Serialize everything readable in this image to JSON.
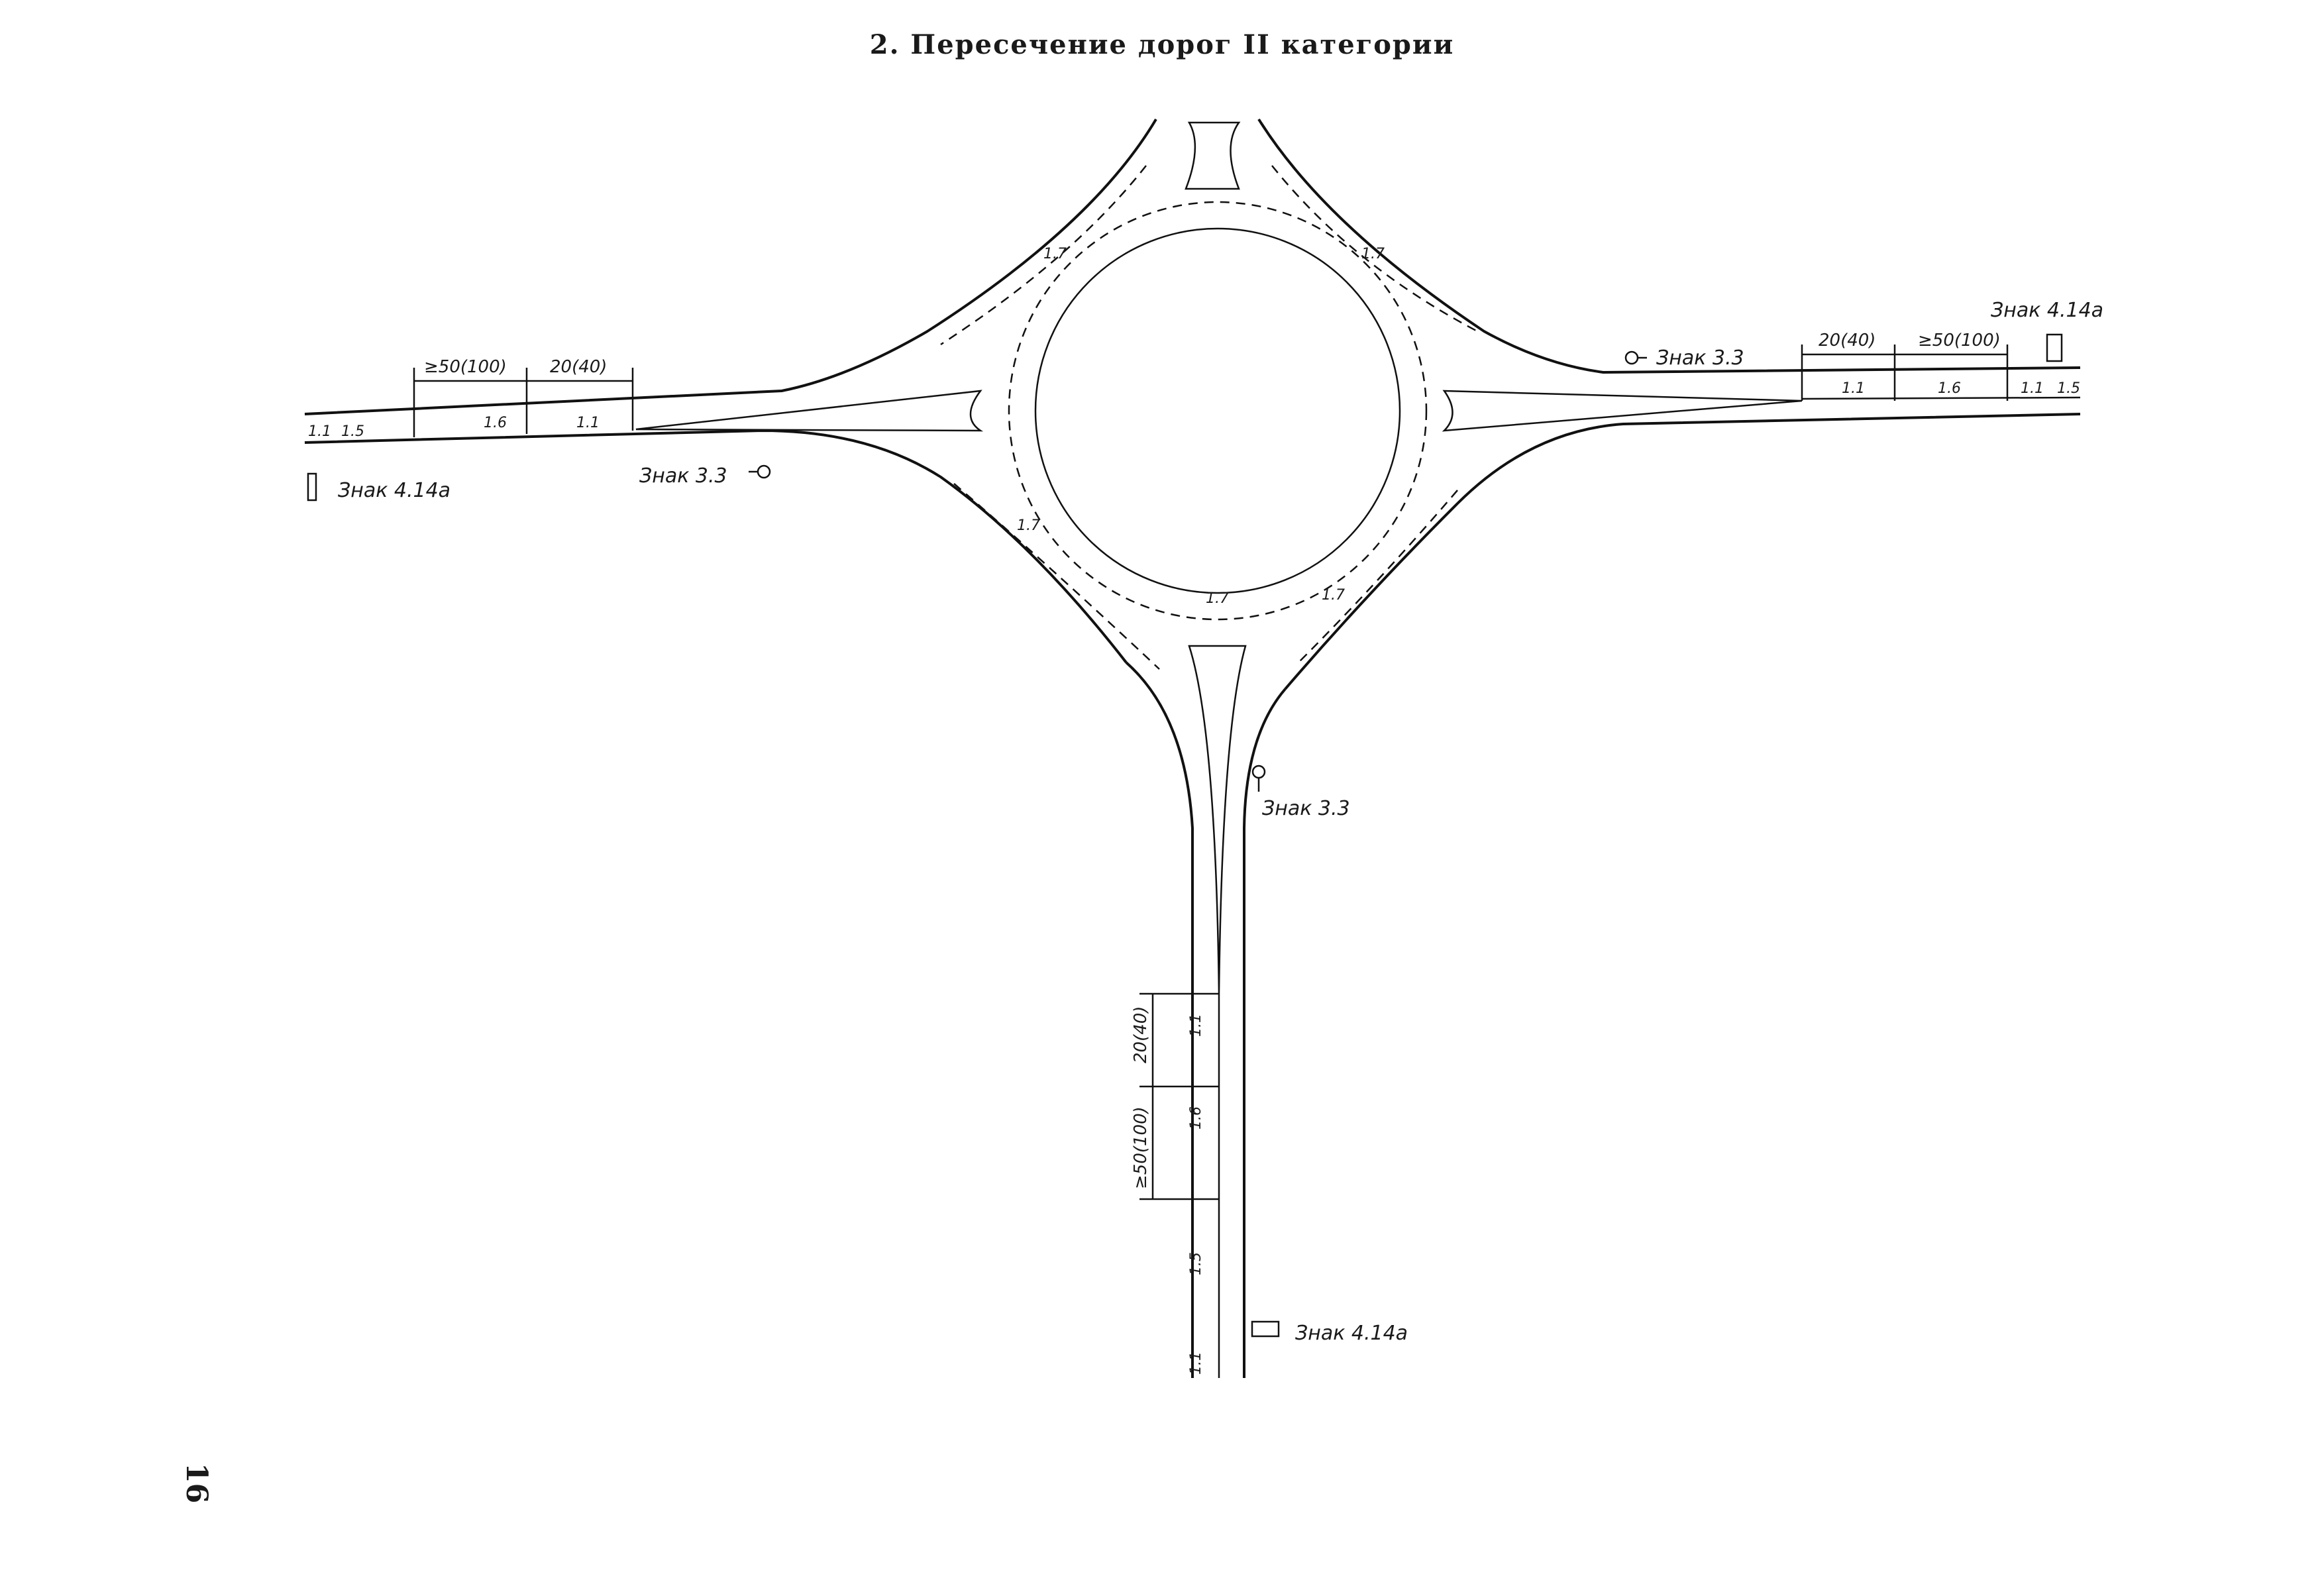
{
  "header": {
    "title": "2. Пересечение дорог II категории"
  },
  "page_number": "16",
  "signs": {
    "west_end": "Знак 4.14а",
    "west_yield": "Знак 3.3",
    "east_yield": "Знак 3.3",
    "east_end": "Знак 4.14а",
    "south_yield": "Знак 3.3",
    "south_end": "Знак 4.14а"
  },
  "dimensions": {
    "taper": "≥50(100)",
    "lane": "20(40)"
  },
  "markings": {
    "m11": "1.1",
    "m15": "1.5",
    "m16": "1.6",
    "m17": "1.7"
  }
}
